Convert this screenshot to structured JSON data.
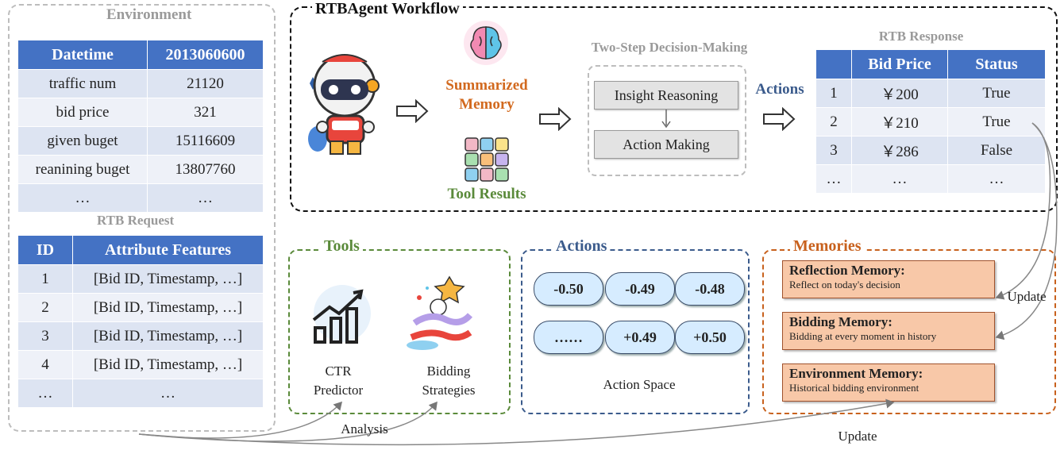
{
  "environment": {
    "title": "Environment",
    "header": [
      "Datetime",
      "2013060600"
    ],
    "rows": [
      [
        "traffic num",
        "21120"
      ],
      [
        "bid price",
        "321"
      ],
      [
        "given buget",
        "15116609"
      ],
      [
        "reanining buget",
        "13807760"
      ],
      [
        "…",
        "…"
      ]
    ]
  },
  "request": {
    "title": "RTB Request",
    "header": [
      "ID",
      "Attribute Features"
    ],
    "rows": [
      [
        "1",
        "[Bid ID, Timestamp, …]"
      ],
      [
        "2",
        "[Bid ID, Timestamp, …]"
      ],
      [
        "3",
        "[Bid ID, Timestamp, …]"
      ],
      [
        "4",
        "[Bid ID, Timestamp, …]"
      ],
      [
        "…",
        "…"
      ]
    ]
  },
  "workflow": {
    "title": "RTBAgent Workflow",
    "summarized_memory": "Summarized Memory",
    "tool_results": "Tool Results",
    "decision_title": "Two-Step Decision-Making",
    "step1": "Insight Reasoning",
    "step2": "Action Making",
    "actions_label": "Actions"
  },
  "response": {
    "title": "RTB Response",
    "header": [
      "",
      "Bid Price",
      "Status"
    ],
    "rows": [
      [
        "1",
        "￥200",
        "True"
      ],
      [
        "2",
        "￥210",
        "True"
      ],
      [
        "3",
        "￥286",
        "False"
      ],
      [
        "…",
        "…",
        "…"
      ]
    ]
  },
  "tools": {
    "title": "Tools",
    "items": [
      "CTR Predictor",
      "Bidding Strategies"
    ]
  },
  "actions": {
    "title": "Actions",
    "values": [
      "-0.50",
      "-0.49",
      "-0.48",
      "……",
      "+0.49",
      "+0.50"
    ],
    "space_label": "Action Space"
  },
  "memories": {
    "title": "Memories",
    "items": [
      {
        "title": "Reflection Memory:",
        "desc": "Reflect on today's decision"
      },
      {
        "title": "Bidding Memory:",
        "desc": "Bidding at every moment in history"
      },
      {
        "title": "Environment Memory:",
        "desc": "Historical bidding environment"
      }
    ]
  },
  "edges": {
    "analysis": "Analysis",
    "update_right": "Update",
    "update_bottom": "Update"
  },
  "colors": {
    "table_header": "#4472c4",
    "summarized_memory": "#d2691e",
    "tool_results": "#5a8a3a",
    "actions_blue": "#3b5b8c",
    "memory_fill": "#f8c8a8"
  }
}
